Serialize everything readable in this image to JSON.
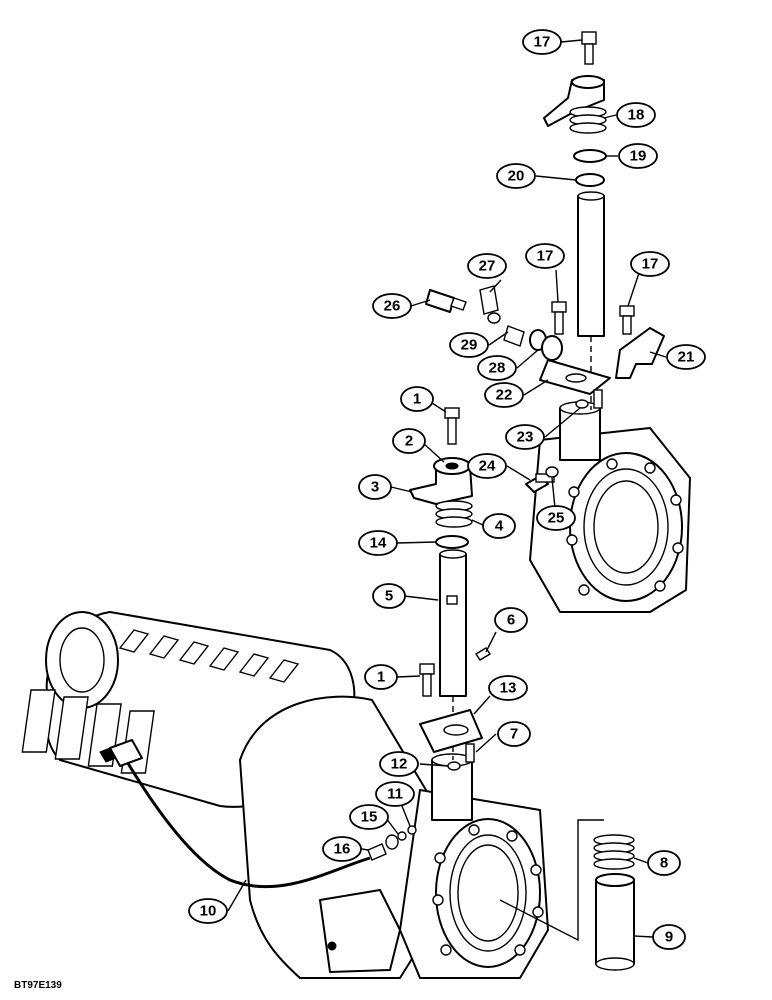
{
  "figure_code": "BT97E139",
  "callouts": [
    "1",
    "2",
    "3",
    "4",
    "5",
    "6",
    "7",
    "8",
    "9",
    "10",
    "11",
    "12",
    "13",
    "14",
    "15",
    "16",
    "17",
    "18",
    "19",
    "20",
    "21",
    "22",
    "23",
    "24",
    "25",
    "26",
    "27",
    "28",
    "29"
  ]
}
